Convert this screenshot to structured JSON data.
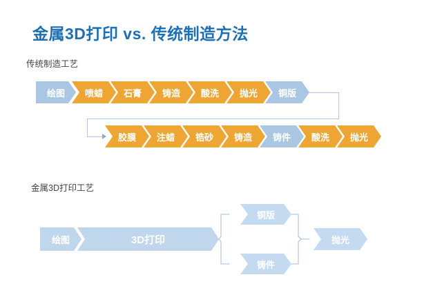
{
  "slide": {
    "background": "#ffffff",
    "title": "金属3D打印 vs. 传统制造方法",
    "title_color": "#1c6fb4"
  },
  "colors": {
    "orange": "#eda533",
    "blue_mid": "#a9c6e3",
    "blue_light": "#bfd6ec",
    "blue_pale": "#c4daf0",
    "connector": "#b6c9de",
    "caption_text": "#444444"
  },
  "traditional": {
    "caption": "传统制造工艺",
    "row1": [
      {
        "label": "绘图",
        "color": "blue-mid",
        "shape": "start"
      },
      {
        "label": "喷蜡",
        "color": "orange",
        "shape": "chev"
      },
      {
        "label": "石膏",
        "color": "orange",
        "shape": "chev"
      },
      {
        "label": "铸造",
        "color": "orange",
        "shape": "chev"
      },
      {
        "label": "酸洗",
        "color": "orange",
        "shape": "chev"
      },
      {
        "label": "抛光",
        "color": "orange",
        "shape": "chev"
      },
      {
        "label": "铜版",
        "color": "blue-mid",
        "shape": "chev"
      }
    ],
    "row2": [
      {
        "label": "胶膜",
        "color": "orange",
        "shape": "chev"
      },
      {
        "label": "注蜡",
        "color": "orange",
        "shape": "chev"
      },
      {
        "label": "锆砂",
        "color": "orange",
        "shape": "chev"
      },
      {
        "label": "铸造",
        "color": "orange",
        "shape": "chev"
      },
      {
        "label": "铸件",
        "color": "blue-mid",
        "shape": "chev"
      },
      {
        "label": "酸洗",
        "color": "orange",
        "shape": "chev"
      },
      {
        "label": "抛光",
        "color": "orange",
        "shape": "chev"
      }
    ]
  },
  "metal3d": {
    "caption": "金属3D打印工艺",
    "start": {
      "label": "绘图",
      "color": "blue-light",
      "shape": "start"
    },
    "print": {
      "label": "3D打印",
      "color": "blue-light",
      "shape": "chev"
    },
    "branch_top": {
      "label": "铜版",
      "color": "blue-pale",
      "shape": "chev"
    },
    "branch_bottom": {
      "label": "铸件",
      "color": "blue-pale",
      "shape": "chev"
    },
    "final": {
      "label": "抛光",
      "color": "blue-pale",
      "shape": "chev"
    }
  }
}
